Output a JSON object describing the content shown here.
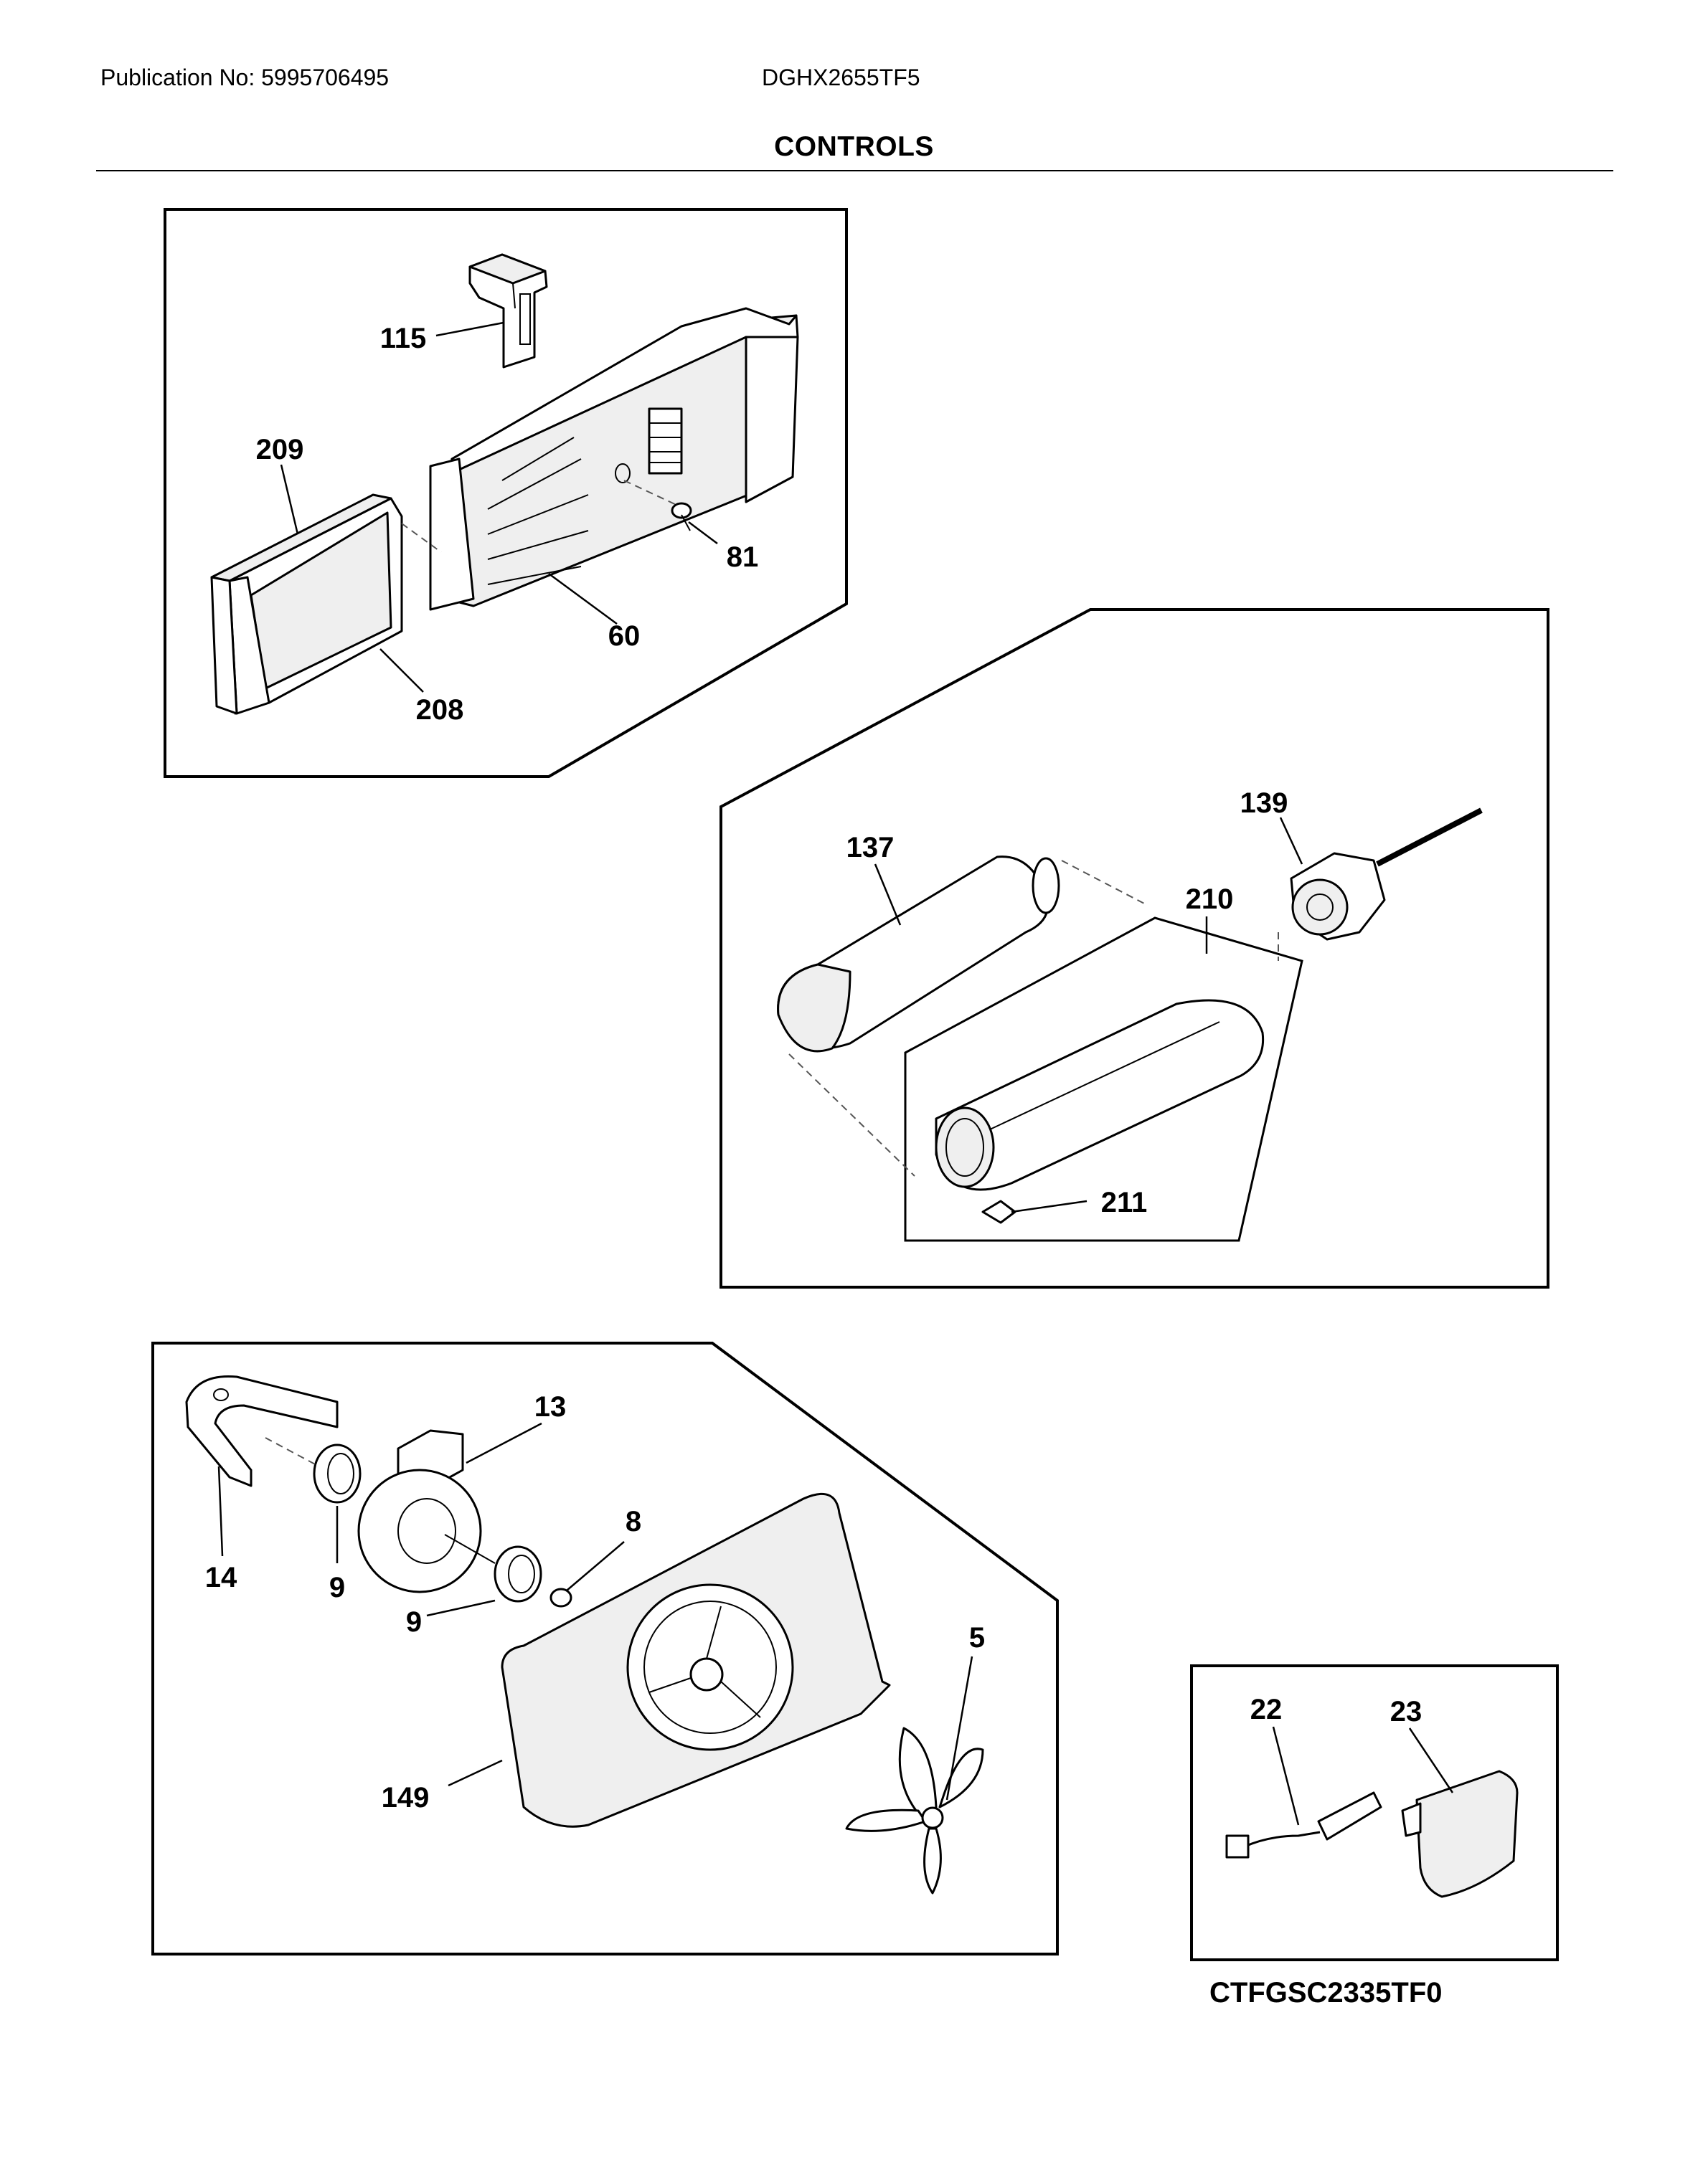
{
  "header": {
    "publication": "Publication No: 5995706495",
    "model": "DGHX2655TF5"
  },
  "title": "CONTROLS",
  "drawing_code": "CTFGSC2335TF0",
  "callouts": {
    "p115": "115",
    "p209": "209",
    "p81": "81",
    "p60": "60",
    "p208": "208",
    "p139": "139",
    "p137": "137",
    "p210": "210",
    "p211": "211",
    "p13": "13",
    "p8": "8",
    "p14": "14",
    "p9a": "9",
    "p9b": "9",
    "p5": "5",
    "p149": "149",
    "p22": "22",
    "p23": "23"
  }
}
